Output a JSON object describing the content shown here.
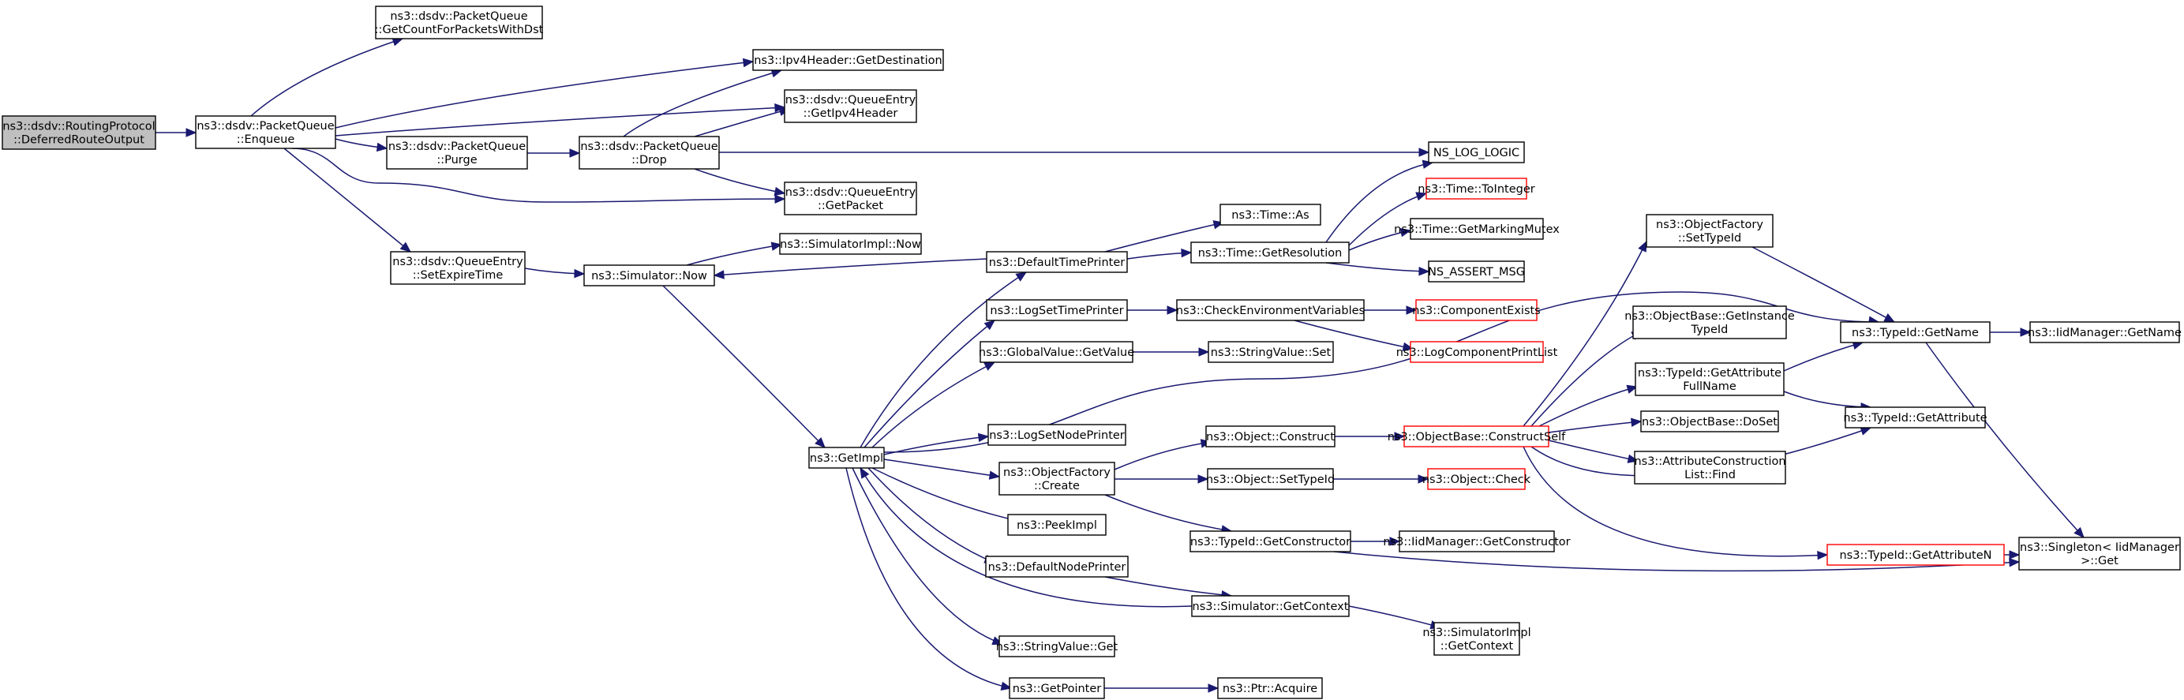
{
  "diagram": {
    "nodes": [
      {
        "id": "n0",
        "lines": [
          "ns3::dsdv::RoutingProtocol",
          "::DeferredRouteOutput"
        ],
        "style": "root"
      },
      {
        "id": "n1",
        "lines": [
          "ns3::dsdv::PacketQueue",
          "::Enqueue"
        ]
      },
      {
        "id": "n2",
        "lines": [
          "ns3::dsdv::PacketQueue",
          "::GetCountForPacketsWithDst"
        ]
      },
      {
        "id": "n3",
        "lines": [
          "ns3::Ipv4Header::GetDestination"
        ]
      },
      {
        "id": "n4",
        "lines": [
          "ns3::dsdv::QueueEntry",
          "::GetIpv4Header"
        ]
      },
      {
        "id": "n5",
        "lines": [
          "ns3::dsdv::PacketQueue",
          "::Purge"
        ]
      },
      {
        "id": "n6",
        "lines": [
          "ns3::dsdv::PacketQueue",
          "::Drop"
        ]
      },
      {
        "id": "n7",
        "lines": [
          "NS_LOG_LOGIC"
        ]
      },
      {
        "id": "n8",
        "lines": [
          "ns3::dsdv::QueueEntry",
          "::GetPacket"
        ]
      },
      {
        "id": "n9",
        "lines": [
          "ns3::dsdv::QueueEntry",
          "::SetExpireTime"
        ]
      },
      {
        "id": "n10",
        "lines": [
          "ns3::Simulator::Now"
        ]
      },
      {
        "id": "n11",
        "lines": [
          "ns3::SimulatorImpl::Now"
        ]
      },
      {
        "id": "n12",
        "lines": [
          "ns3::DefaultTimePrinter"
        ]
      },
      {
        "id": "n13",
        "lines": [
          "ns3::Time::As"
        ]
      },
      {
        "id": "n14",
        "lines": [
          "ns3::Time::GetResolution"
        ]
      },
      {
        "id": "n15",
        "lines": [
          "ns3::Time::ToInteger"
        ],
        "style": "red"
      },
      {
        "id": "n16",
        "lines": [
          "ns3::Time::GetMarkingMutex"
        ]
      },
      {
        "id": "n17",
        "lines": [
          "NS_ASSERT_MSG"
        ]
      },
      {
        "id": "n18",
        "lines": [
          "ns3::ObjectFactory",
          "::SetTypeId"
        ]
      },
      {
        "id": "n19",
        "lines": [
          "ns3::LogSetTimePrinter"
        ]
      },
      {
        "id": "n20",
        "lines": [
          "ns3::CheckEnvironmentVariables"
        ]
      },
      {
        "id": "n21",
        "lines": [
          "ns3::ComponentExists"
        ],
        "style": "red"
      },
      {
        "id": "n22",
        "lines": [
          "ns3::LogComponentPrintList"
        ],
        "style": "red"
      },
      {
        "id": "n23",
        "lines": [
          "ns3::ObjectBase::GetInstance",
          "TypeId"
        ]
      },
      {
        "id": "n24",
        "lines": [
          "ns3::TypeId::GetName"
        ]
      },
      {
        "id": "n25",
        "lines": [
          "ns3::IidManager::GetName"
        ]
      },
      {
        "id": "n26",
        "lines": [
          "ns3::GlobalValue::GetValue"
        ]
      },
      {
        "id": "n27",
        "lines": [
          "ns3::StringValue::Set"
        ]
      },
      {
        "id": "n28",
        "lines": [
          "ns3::TypeId::GetAttribute",
          "FullName"
        ]
      },
      {
        "id": "n29",
        "lines": [
          "ns3::TypeId::GetAttribute"
        ]
      },
      {
        "id": "n30",
        "lines": [
          "ns3::GetImpl"
        ]
      },
      {
        "id": "n31",
        "lines": [
          "ns3::LogSetNodePrinter"
        ]
      },
      {
        "id": "n32",
        "lines": [
          "ns3::Object::Construct"
        ]
      },
      {
        "id": "n33",
        "lines": [
          "ns3::ObjectBase::ConstructSelf"
        ],
        "style": "red"
      },
      {
        "id": "n34",
        "lines": [
          "ns3::ObjectBase::DoSet"
        ]
      },
      {
        "id": "n35",
        "lines": [
          "ns3::ObjectFactory",
          "::Create"
        ]
      },
      {
        "id": "n36",
        "lines": [
          "ns3::AttributeConstruction",
          "List::Find"
        ]
      },
      {
        "id": "n37",
        "lines": [
          "ns3::Object::SetTypeId"
        ]
      },
      {
        "id": "n38",
        "lines": [
          "ns3::Object::Check"
        ],
        "style": "red"
      },
      {
        "id": "n39",
        "lines": [
          "ns3::PeekImpl"
        ]
      },
      {
        "id": "n40",
        "lines": [
          "ns3::TypeId::GetConstructor"
        ]
      },
      {
        "id": "n41",
        "lines": [
          "ns3::IidManager::GetConstructor"
        ]
      },
      {
        "id": "n42",
        "lines": [
          "ns3::TypeId::GetAttributeN"
        ],
        "style": "red"
      },
      {
        "id": "n43",
        "lines": [
          "ns3::Singleton< IidManager",
          " >::Get"
        ]
      },
      {
        "id": "n44",
        "lines": [
          "ns3::DefaultNodePrinter"
        ]
      },
      {
        "id": "n45",
        "lines": [
          "ns3::Simulator::GetContext"
        ]
      },
      {
        "id": "n46",
        "lines": [
          "ns3::SimulatorImpl",
          "::GetContext"
        ]
      },
      {
        "id": "n47",
        "lines": [
          "ns3::StringValue::Get"
        ]
      },
      {
        "id": "n48",
        "lines": [
          "ns3::GetPointer"
        ]
      },
      {
        "id": "n49",
        "lines": [
          "ns3::Ptr::Acquire"
        ]
      }
    ],
    "edges": [
      {
        "from": "n0",
        "to": "n1"
      },
      {
        "from": "n1",
        "to": "n2"
      },
      {
        "from": "n1",
        "to": "n3"
      },
      {
        "from": "n1",
        "to": "n4"
      },
      {
        "from": "n1",
        "to": "n5"
      },
      {
        "from": "n1",
        "to": "n8"
      },
      {
        "from": "n1",
        "to": "n9"
      },
      {
        "from": "n5",
        "to": "n6"
      },
      {
        "from": "n6",
        "to": "n3"
      },
      {
        "from": "n6",
        "to": "n4"
      },
      {
        "from": "n6",
        "to": "n7"
      },
      {
        "from": "n6",
        "to": "n8"
      },
      {
        "from": "n9",
        "to": "n10"
      },
      {
        "from": "n10",
        "to": "n11"
      },
      {
        "from": "n10",
        "to": "n30"
      },
      {
        "from": "n12",
        "to": "n10"
      },
      {
        "from": "n12",
        "to": "n13"
      },
      {
        "from": "n12",
        "to": "n14"
      },
      {
        "from": "n14",
        "to": "n7"
      },
      {
        "from": "n14",
        "to": "n15"
      },
      {
        "from": "n14",
        "to": "n16"
      },
      {
        "from": "n14",
        "to": "n17"
      },
      {
        "from": "n30",
        "to": "n12"
      },
      {
        "from": "n30",
        "to": "n19"
      },
      {
        "from": "n30",
        "to": "n26"
      },
      {
        "from": "n30",
        "to": "n24"
      },
      {
        "from": "n30",
        "to": "n31"
      },
      {
        "from": "n30",
        "to": "n35"
      },
      {
        "from": "n30",
        "to": "n39"
      },
      {
        "from": "n30",
        "to": "n44"
      },
      {
        "from": "n30",
        "to": "n47"
      },
      {
        "from": "n30",
        "to": "n48"
      },
      {
        "from": "n45",
        "to": "n30"
      },
      {
        "from": "n19",
        "to": "n20"
      },
      {
        "from": "n20",
        "to": "n21"
      },
      {
        "from": "n20",
        "to": "n22"
      },
      {
        "from": "n26",
        "to": "n27"
      },
      {
        "from": "n35",
        "to": "n32"
      },
      {
        "from": "n35",
        "to": "n37"
      },
      {
        "from": "n35",
        "to": "n40"
      },
      {
        "from": "n32",
        "to": "n33"
      },
      {
        "from": "n37",
        "to": "n38"
      },
      {
        "from": "n40",
        "to": "n41"
      },
      {
        "from": "n40",
        "to": "n43"
      },
      {
        "from": "n33",
        "to": "n18"
      },
      {
        "from": "n33",
        "to": "n23"
      },
      {
        "from": "n33",
        "to": "n28"
      },
      {
        "from": "n33",
        "to": "n34"
      },
      {
        "from": "n33",
        "to": "n36"
      },
      {
        "from": "n33",
        "to": "n29"
      },
      {
        "from": "n33",
        "to": "n42"
      },
      {
        "from": "n18",
        "to": "n24"
      },
      {
        "from": "n28",
        "to": "n24"
      },
      {
        "from": "n28",
        "to": "n29"
      },
      {
        "from": "n24",
        "to": "n25"
      },
      {
        "from": "n24",
        "to": "n43"
      },
      {
        "from": "n42",
        "to": "n43"
      },
      {
        "from": "n44",
        "to": "n45"
      },
      {
        "from": "n45",
        "to": "n46"
      },
      {
        "from": "n48",
        "to": "n49"
      }
    ]
  }
}
